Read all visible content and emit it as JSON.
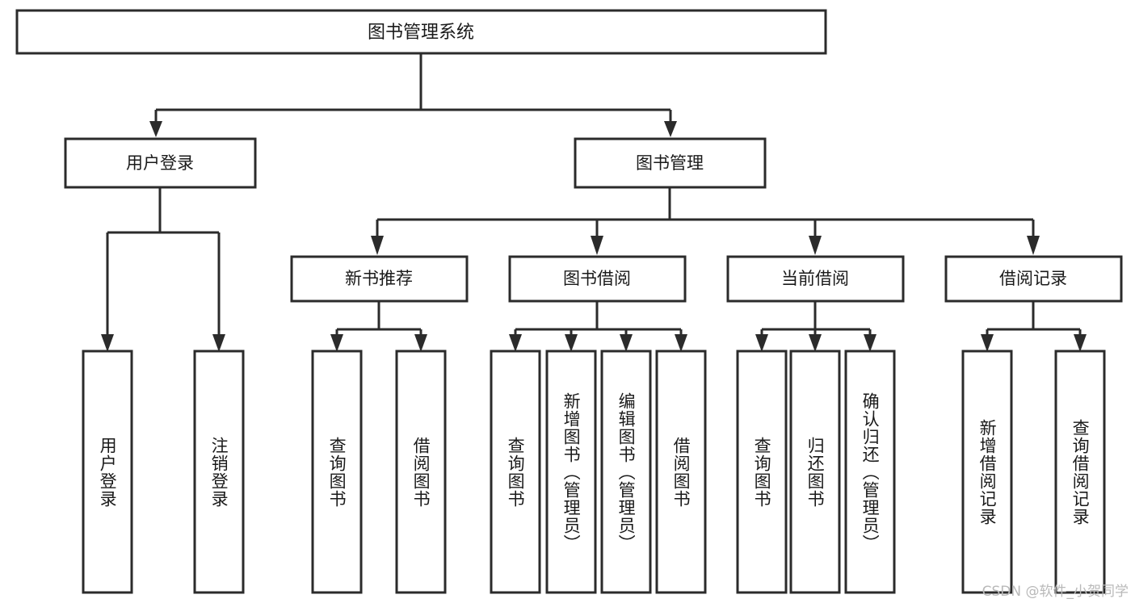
{
  "diagram": {
    "type": "tree",
    "title_node": {
      "id": "root",
      "label": "图书管理系统"
    },
    "level2": [
      {
        "id": "login",
        "label": "用户登录"
      },
      {
        "id": "book-mgmt",
        "label": "图书管理"
      }
    ],
    "level3": [
      {
        "id": "new-book-rec",
        "label": "新书推荐",
        "parent": "book-mgmt"
      },
      {
        "id": "book-borrow",
        "label": "图书借阅",
        "parent": "book-mgmt"
      },
      {
        "id": "current-borrow",
        "label": "当前借阅",
        "parent": "book-mgmt"
      },
      {
        "id": "borrow-record",
        "label": "借阅记录",
        "parent": "book-mgmt"
      }
    ],
    "leaves": {
      "login": [
        "用户登录",
        "注销登录"
      ],
      "new-book-rec": [
        "查询图书",
        "借阅图书"
      ],
      "book-borrow": [
        "查询图书",
        "新增图书（管理员）",
        "编辑图书（管理员）",
        "借阅图书"
      ],
      "current-borrow": [
        "查询图书",
        "归还图书",
        "确认归还（管理员）"
      ],
      "borrow-record": [
        "新增借阅记录",
        "查询借阅记录"
      ]
    },
    "colors": {
      "stroke": "#2b2b2b",
      "fill": "#ffffff",
      "text": "#1a1a1a",
      "watermark": "#b9b9b9"
    }
  },
  "watermark": {
    "text": "CSDN @软件_小贺同学"
  }
}
